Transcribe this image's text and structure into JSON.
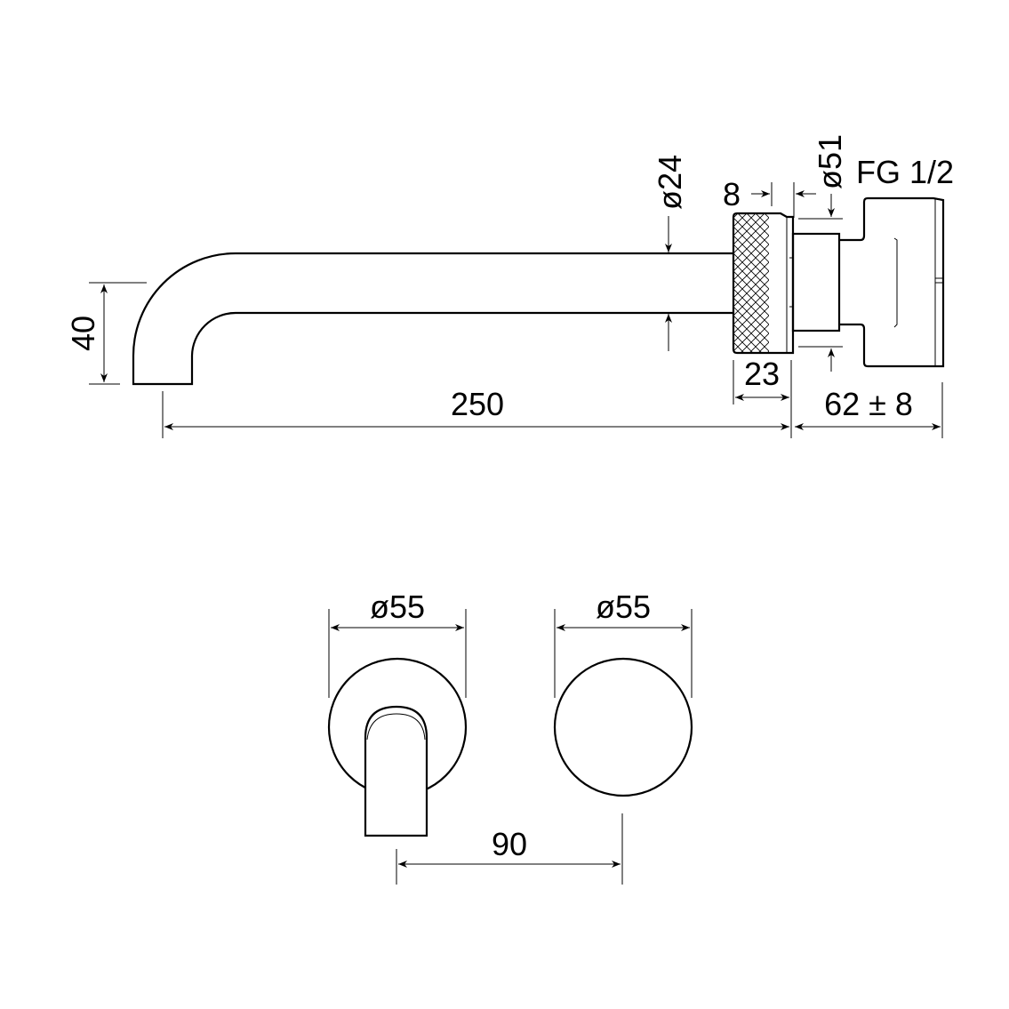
{
  "side_view": {
    "dim_height": "40",
    "dim_length": "250",
    "dim_pipe_diameter": "ø24",
    "dim_flange_offset": "8",
    "dim_body_diameter": "ø51",
    "dim_handle_depth": "23",
    "dim_install_depth": "62 ± 8",
    "thread_label": "FG 1/2"
  },
  "front_view": {
    "dim_left_rosette": "ø55",
    "dim_right_rosette": "ø55",
    "dim_spacing": "90"
  },
  "colors": {
    "line": "#000000",
    "background": "#ffffff"
  }
}
